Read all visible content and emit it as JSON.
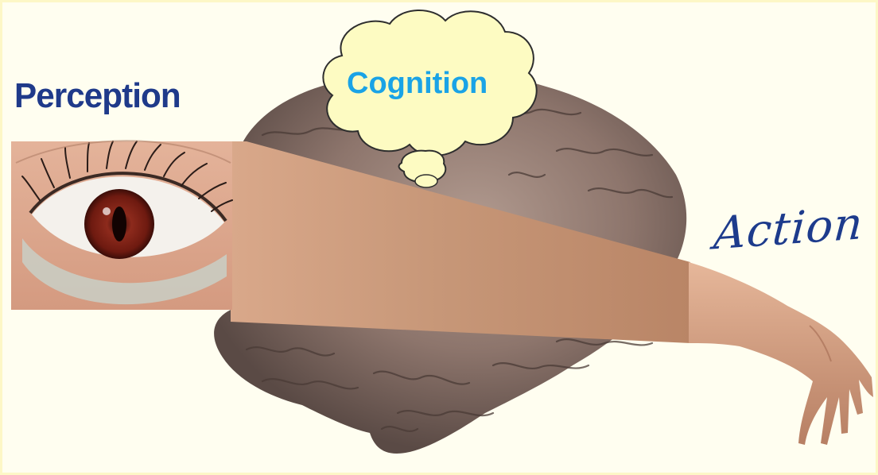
{
  "labels": {
    "perception": "Perception",
    "cognition": "Cognition",
    "action": "Action"
  },
  "colors": {
    "background": "#fffef0",
    "perception_text": "#1f3a8a",
    "cognition_text": "#1aa3e6",
    "action_text": "#1d3b8c",
    "thought_cloud": "#fdfbc2",
    "skin": "#d8a582"
  },
  "icons": {
    "eye": "eye-icon",
    "brain": "brain-icon",
    "arm": "arm-hand-icon",
    "cloud": "thought-cloud-icon"
  }
}
